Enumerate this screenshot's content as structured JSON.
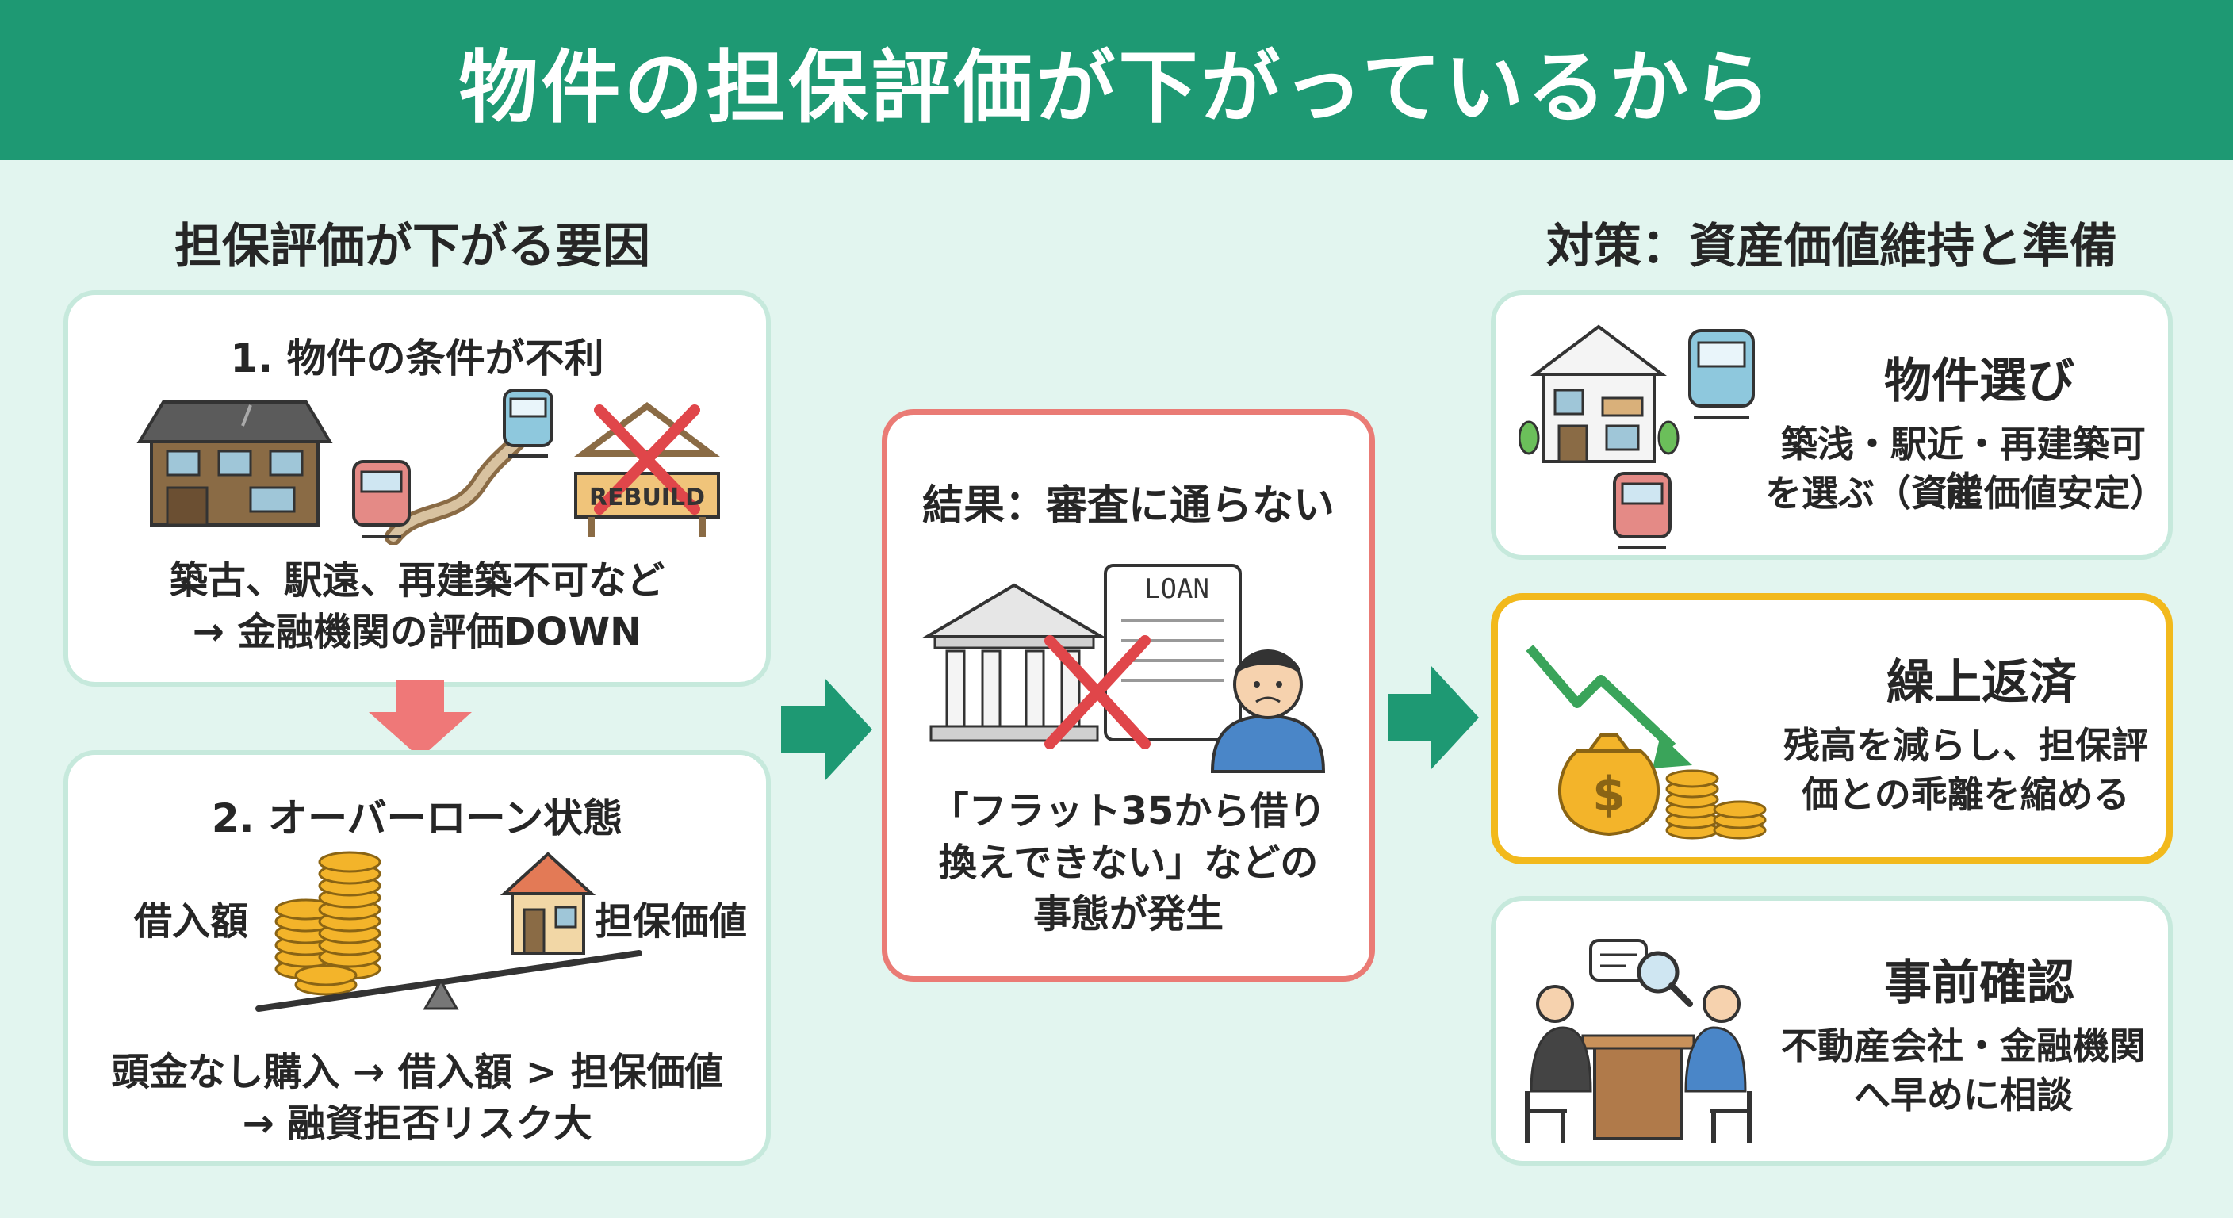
{
  "header": {
    "title": "物件の担保評価が下がっているから"
  },
  "left": {
    "title": "担保評価が下がる要因",
    "card1": {
      "title": "1. 物件の条件が不利",
      "rebuild_sign": "REBUILD",
      "text_line1": "築古、駅遠、再建築不可など",
      "text_line2": "→ 金融機関の評価DOWN"
    },
    "card2": {
      "title": "2. オーバーローン状態",
      "label_loan": "借入額",
      "label_collateral": "担保価値",
      "text_line1": "頭金なし購入 → 借入額 > 担保価値",
      "text_line2": "→ 融資拒否リスク大"
    }
  },
  "center": {
    "title": "結果：審査に通らない",
    "loan_doc": "LOAN",
    "text_line1": "「フラット35から借り",
    "text_line2": "換えできない」などの",
    "text_line3": "事態が発生"
  },
  "right": {
    "title": "対策：資産価値維持と準備",
    "card1": {
      "title": "物件選び",
      "text_line1": "築浅・駅近・再建築可能",
      "text_line2": "を選ぶ（資産価値安定）"
    },
    "card2": {
      "title": "繰上返済",
      "text_line1": "残高を減らし、担保評",
      "text_line2": "価との乖離を縮める"
    },
    "card3": {
      "title": "事前確認",
      "text_line1": "不動産会社・金融機関",
      "text_line2": "へ早めに相談"
    }
  },
  "colors": {
    "header": "#1e9973",
    "background": "#e2f5ef",
    "card_border": "#c6e9dc",
    "result_border": "#ea7b75",
    "highlight_border": "#f2b91c",
    "arrow_green": "#1e9973",
    "arrow_red": "#ef7878"
  }
}
